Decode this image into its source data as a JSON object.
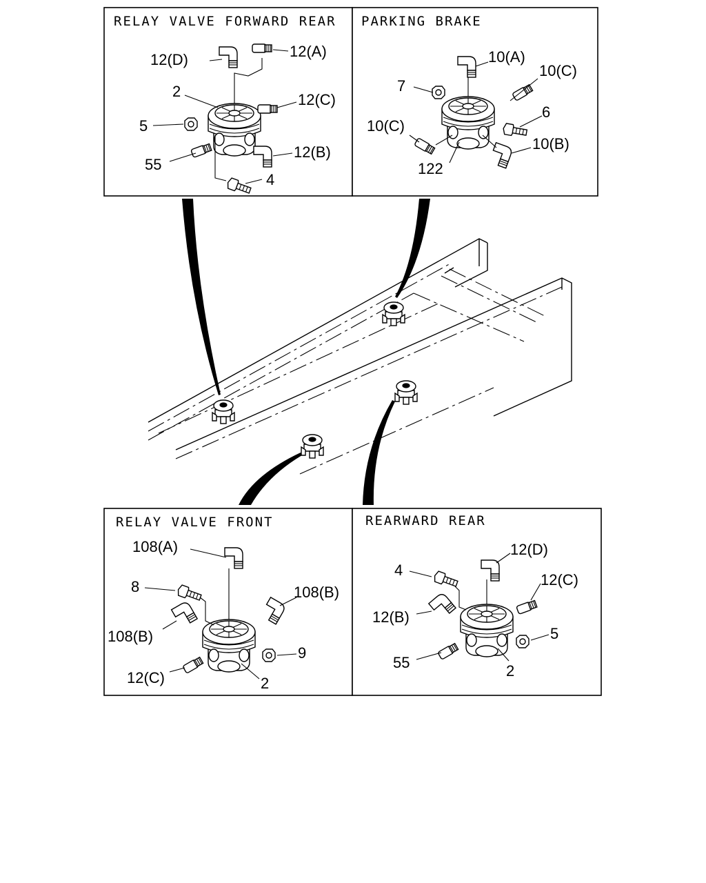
{
  "panels": {
    "top_left": {
      "title": "RELAY VALVE FORWARD REAR",
      "callouts": [
        "12(D)",
        "12(A)",
        "2",
        "12(C)",
        "5",
        "12(B)",
        "55",
        "4"
      ]
    },
    "top_right": {
      "title": "PARKING BRAKE",
      "callouts": [
        "10(A)",
        "7",
        "10(C)",
        "6",
        "10(C)",
        "10(B)",
        "122"
      ]
    },
    "bottom_left": {
      "title": "RELAY VALVE FRONT",
      "callouts": [
        "108(A)",
        "8",
        "108(B)",
        "108(B)",
        "9",
        "12(C)",
        "2"
      ]
    },
    "bottom_right": {
      "title": "REARWARD REAR",
      "callouts": [
        "12(D)",
        "4",
        "12(C)",
        "12(B)",
        "5",
        "55",
        "2"
      ]
    }
  },
  "colors": {
    "ink": "#000000",
    "paper": "#ffffff"
  }
}
